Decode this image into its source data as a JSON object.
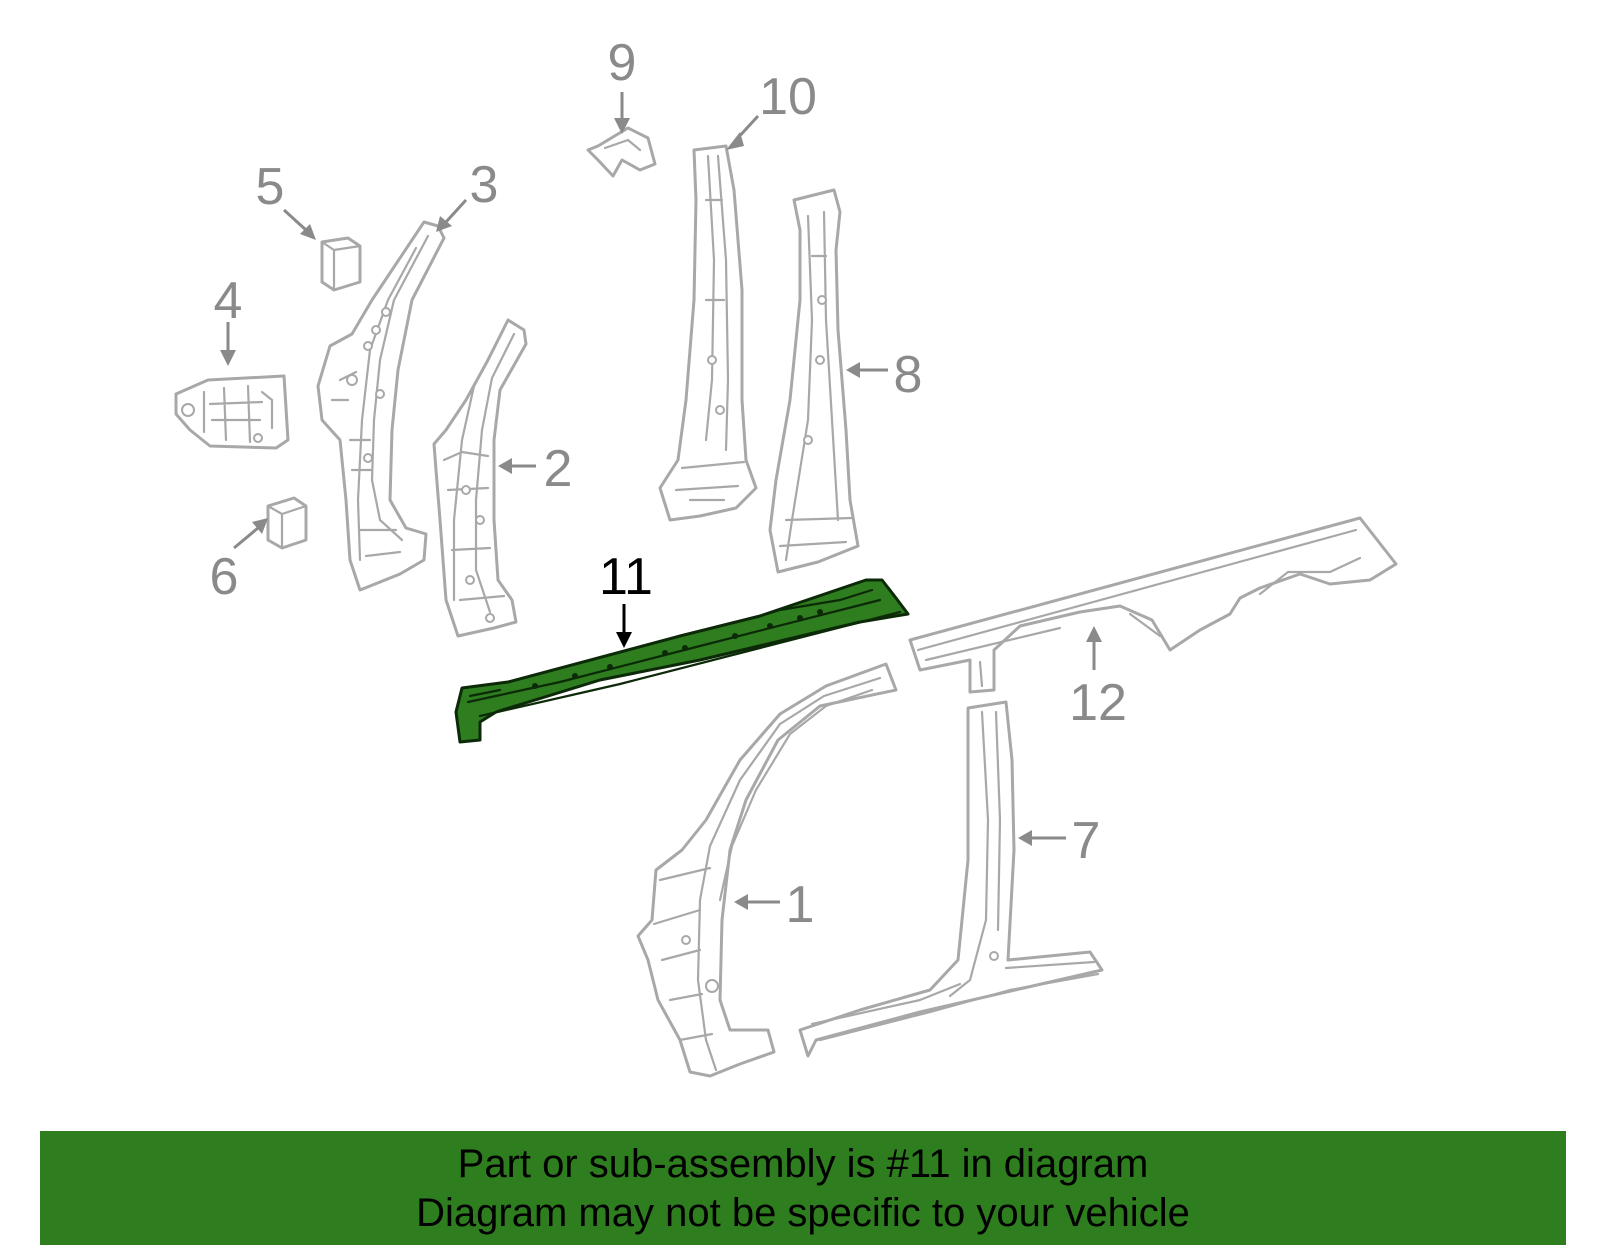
{
  "diagram": {
    "callouts": {
      "c1": "1",
      "c2": "2",
      "c3": "3",
      "c4": "4",
      "c5": "5",
      "c6": "6",
      "c7": "7",
      "c8": "8",
      "c9": "9",
      "c10": "10",
      "c11": "11",
      "c12": "12"
    },
    "highlighted_part": "11",
    "colors": {
      "highlight": "#2e7d1e",
      "part_outline": "#a8a8a8",
      "callout_text": "#8a8a8a",
      "banner": "#2e7d1e"
    }
  },
  "banner": {
    "line1": "Part or sub-assembly is #11 in diagram",
    "line2": "Diagram may not be specific to your vehicle"
  }
}
